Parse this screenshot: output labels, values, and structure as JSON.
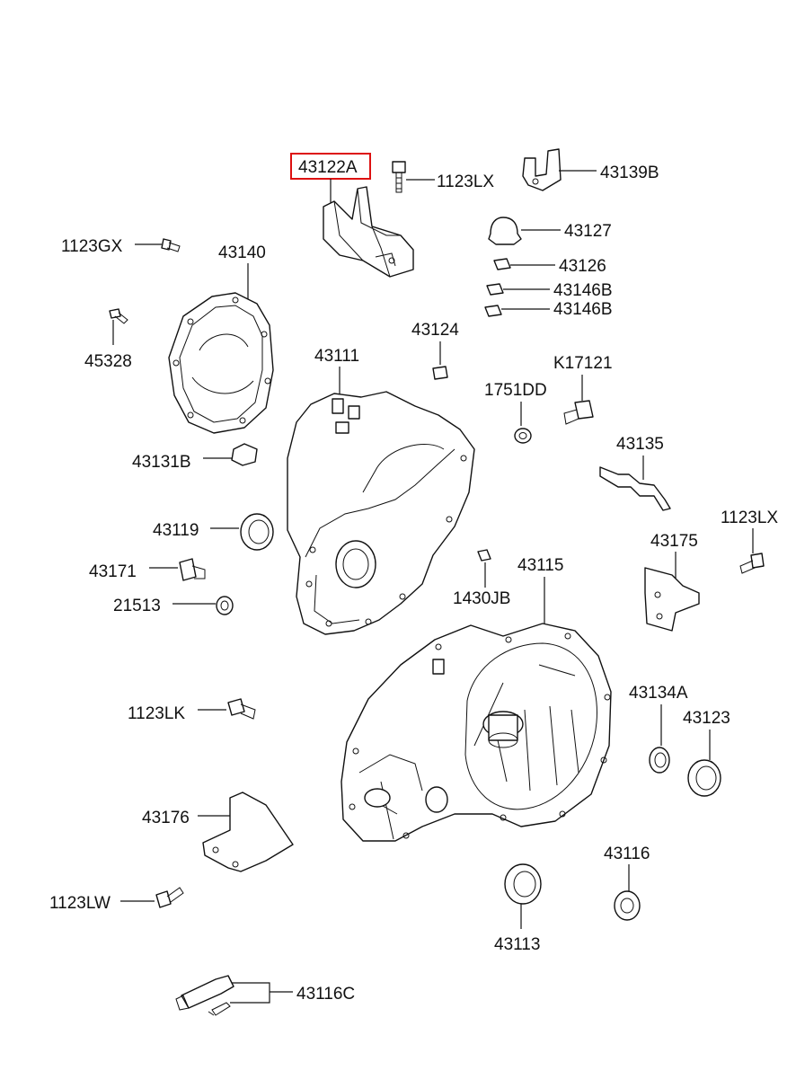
{
  "labels": {
    "p43122a": "43122A",
    "p1123lx_a": "1123LX",
    "p43139b": "43139B",
    "p43127": "43127",
    "p43126": "43126",
    "p43146b_a": "43146B",
    "p43146b_b": "43146B",
    "p1123gx": "1123GX",
    "p43140": "43140",
    "p45328": "45328",
    "p43124": "43124",
    "p43111": "43111",
    "p1751dd": "1751DD",
    "pk17121": "K17121",
    "p43135": "43135",
    "p43131b": "43131B",
    "p43119": "43119",
    "p1123lx_b": "1123LX",
    "p43175": "43175",
    "p43171": "43171",
    "p21513": "21513",
    "p43115": "43115",
    "p1430jb": "1430JB",
    "p43134a": "43134A",
    "p43123": "43123",
    "p1123lk": "1123LK",
    "p43176": "43176",
    "p43116": "43116",
    "p1123lw": "1123LW",
    "p43113": "43113",
    "p43116c": "43116C"
  },
  "highlight": {
    "part": "43122A",
    "color": "#dd1111"
  }
}
